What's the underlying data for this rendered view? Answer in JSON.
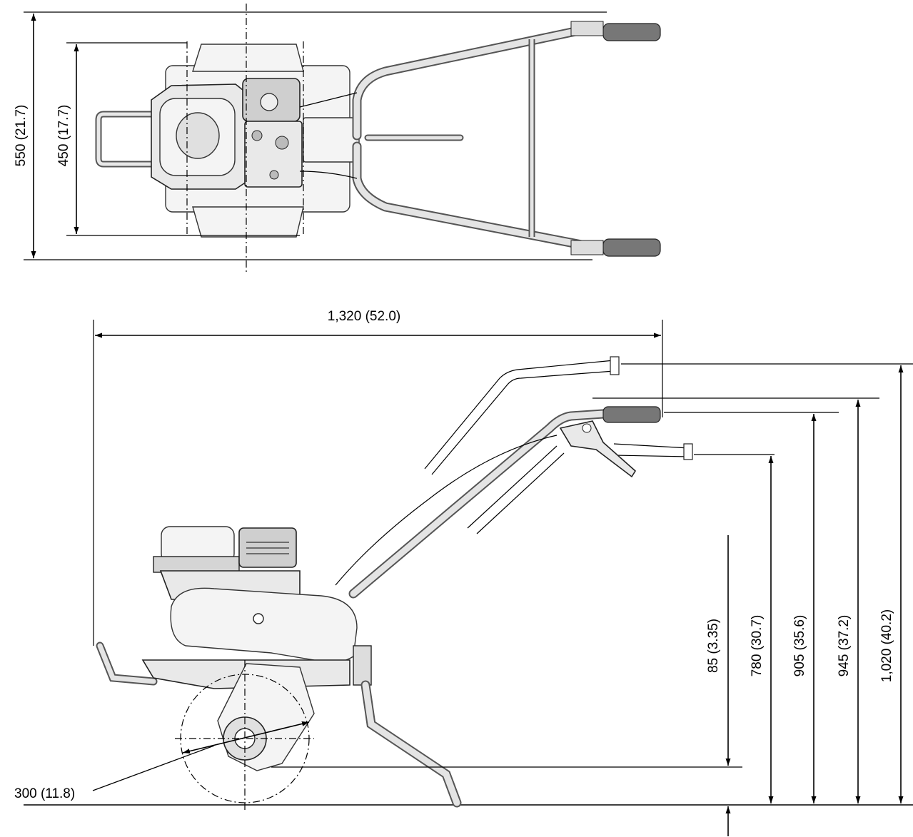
{
  "top_view": {
    "overall_width_label": "550 (21.7)",
    "tine_width_label": "450 (17.7)"
  },
  "side_view": {
    "overall_length_label": "1,320 (52.0)",
    "tine_diameter_label": "300 (11.8)",
    "tilling_depth_label": "85 (3.35)",
    "handle_height_low_label": "780 (30.7)",
    "handle_height_mid_label": "905 (35.6)",
    "handle_height_mid2_label": "945 (37.2)",
    "handle_height_high_label": "1,020 (40.2)"
  }
}
